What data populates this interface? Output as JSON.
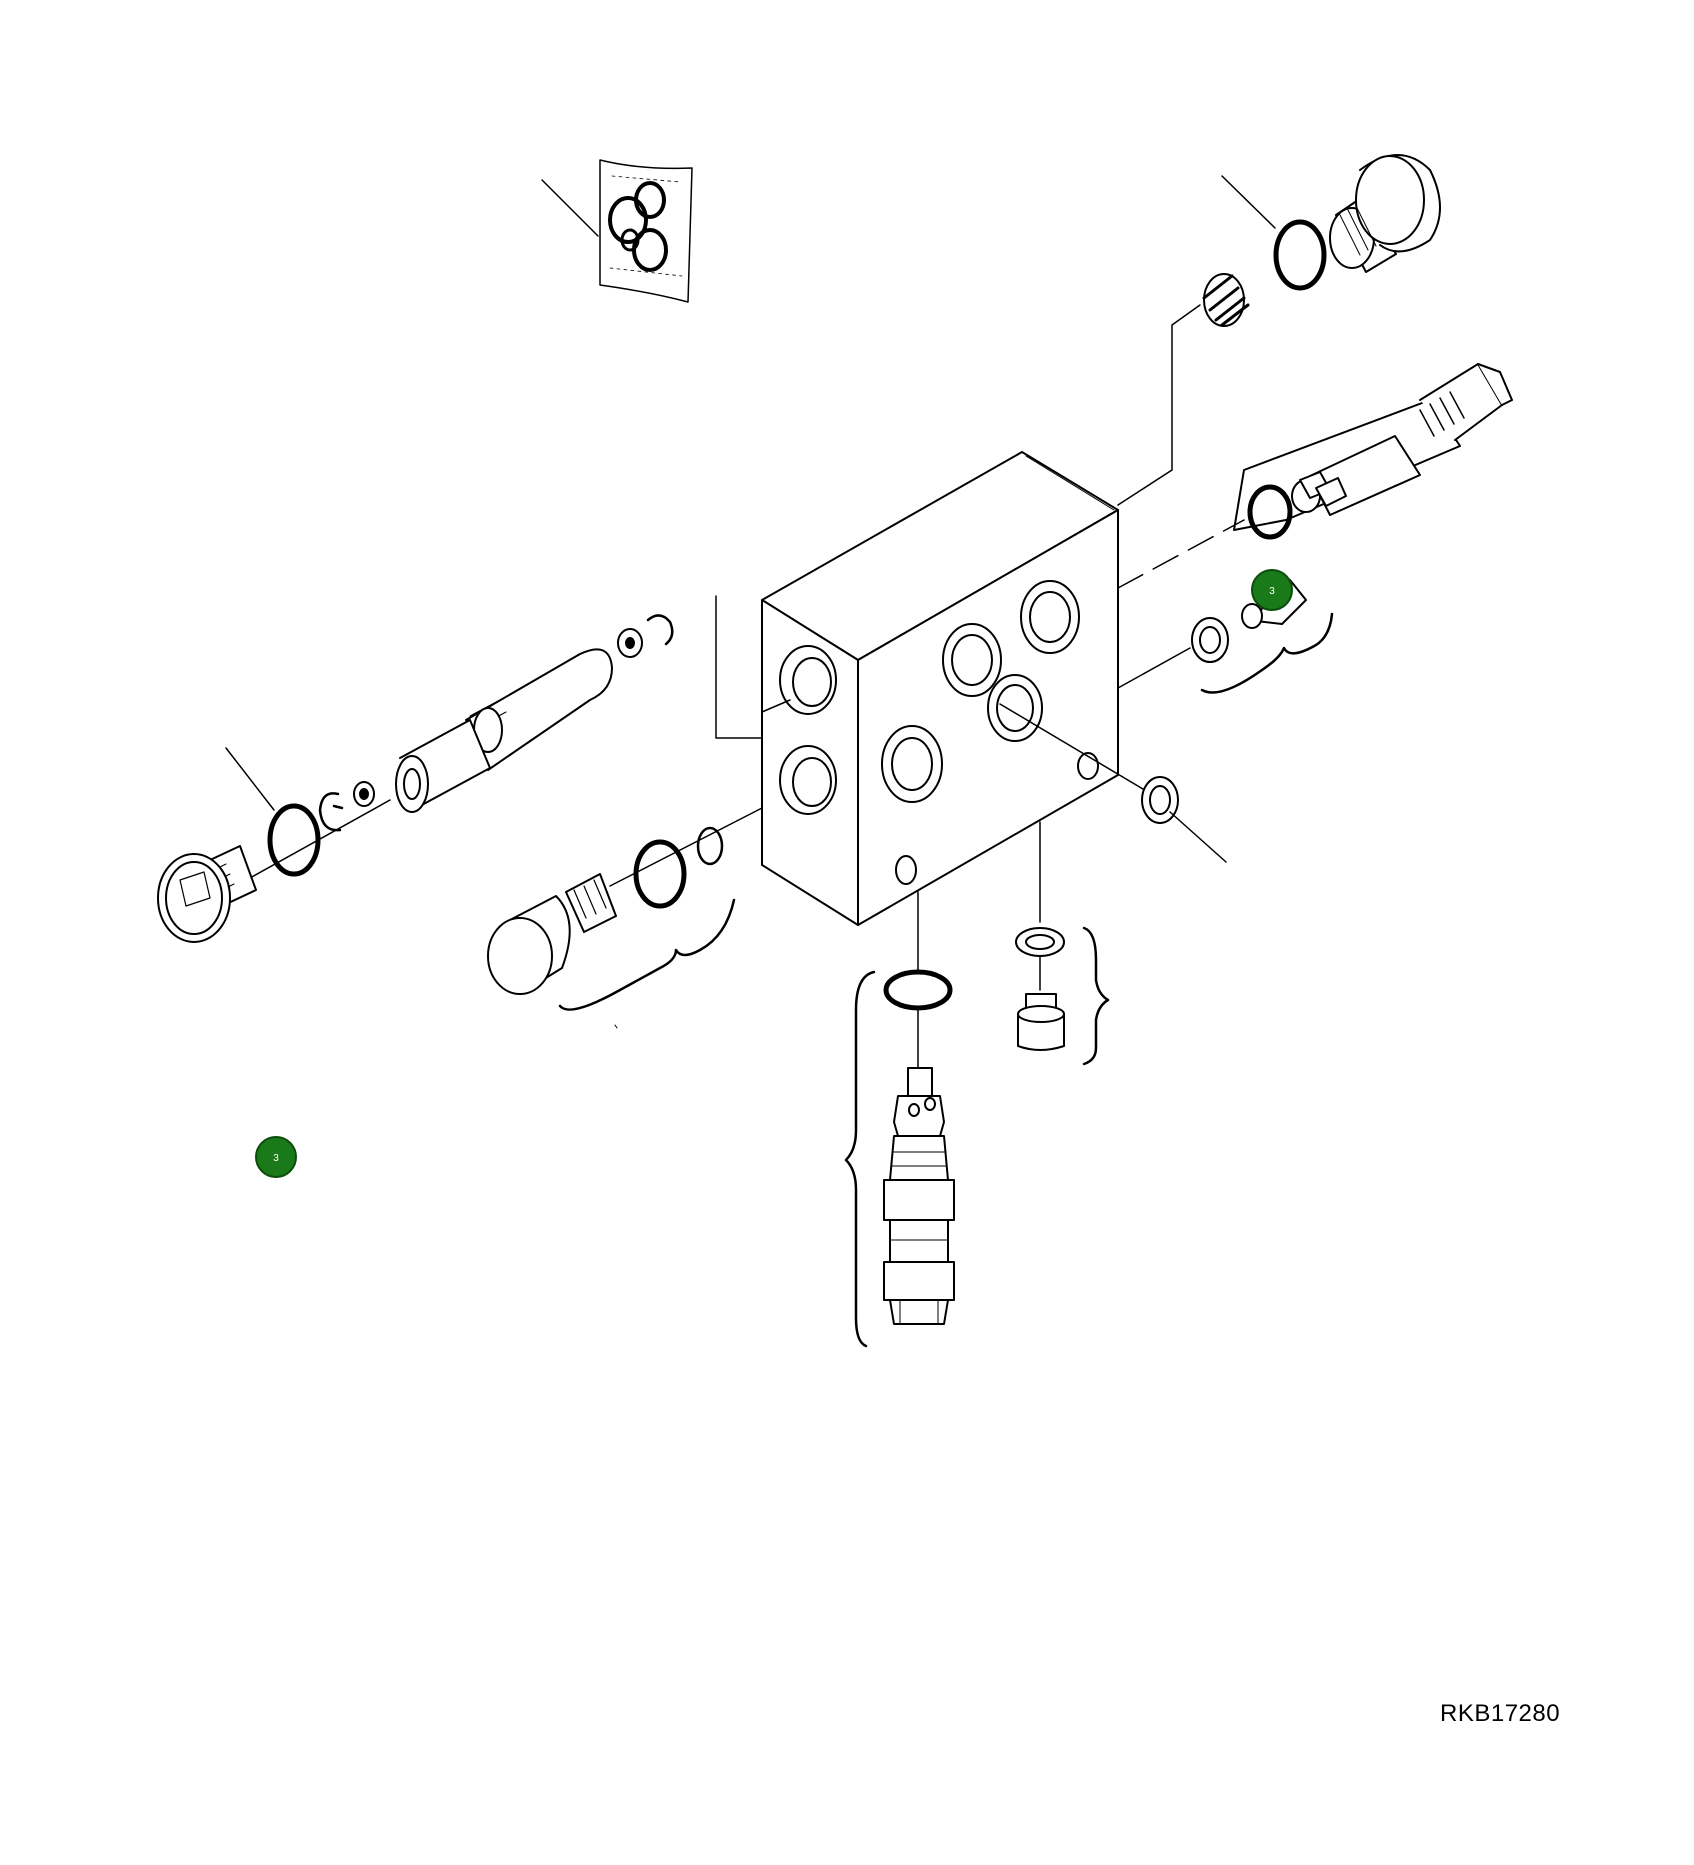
{
  "diagram": {
    "reference_code": "RKB17280",
    "callouts": [
      {
        "label": "3",
        "color": "#1a7a1a"
      },
      {
        "label": "3",
        "color": "#1a7a1a"
      }
    ]
  }
}
